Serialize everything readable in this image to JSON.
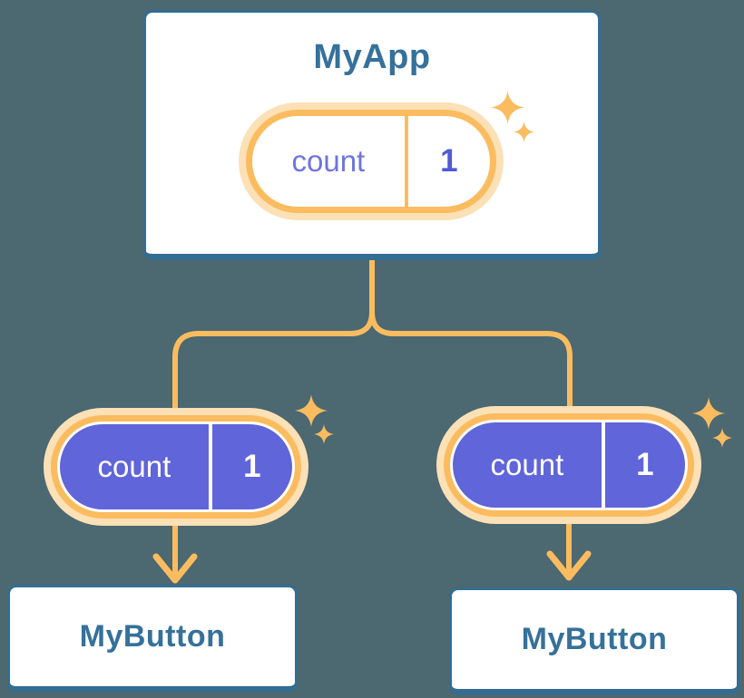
{
  "diagram": {
    "background_color": "#4C6871",
    "accent_amber": "#FBBC5F",
    "accent_cream": "#FCE0B6",
    "state_fill_purple": "#6065D9",
    "card_border_blue": "#336D92",
    "title_blue": "#35719A",
    "root": {
      "title": "MyApp",
      "state": {
        "label": "count",
        "value": "1"
      }
    },
    "props": [
      {
        "label": "count",
        "value": "1"
      },
      {
        "label": "count",
        "value": "1"
      }
    ],
    "children": [
      {
        "title": "MyButton"
      },
      {
        "title": "MyButton"
      }
    ]
  }
}
